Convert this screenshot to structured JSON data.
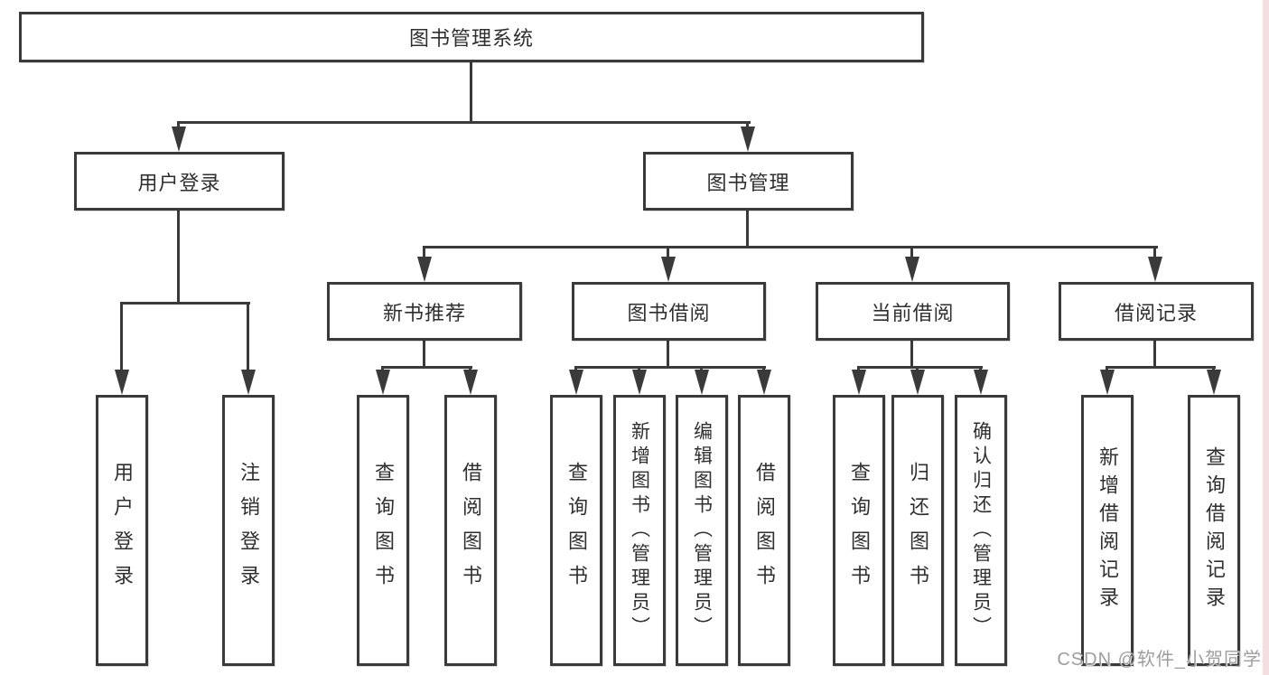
{
  "nodes": {
    "root": "图书管理系统",
    "user_login": "用户登录",
    "book_mgmt": "图书管理",
    "new_book": "新书推荐",
    "book_borrow": "图书借阅",
    "current_borrow": "当前借阅",
    "borrow_record": "借阅记录"
  },
  "leaves": [
    "用户登录",
    "注销登录",
    "查询图书",
    "借阅图书",
    "查询图书",
    "新增图书（管理员）",
    "编辑图书（管理员）",
    "借阅图书",
    "查询图书",
    "归还图书",
    "确认归还（管理员）",
    "新增借阅记录",
    "查询借阅记录"
  ],
  "watermark": "CSDN @软件_小贺同学",
  "colors": {
    "line": "#3a3a3a",
    "text": "#2f2f2f",
    "watermark": "#9e9e9e",
    "right_strip": "#f5dde0"
  }
}
